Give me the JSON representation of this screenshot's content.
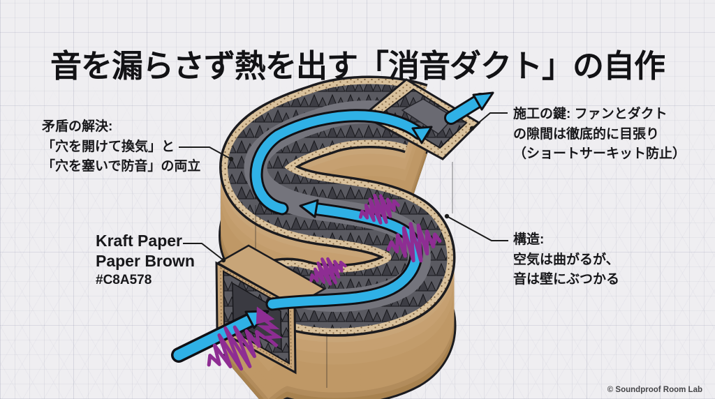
{
  "title": "音を漏らさず熱を出す「消音ダクト」の自作",
  "annotations": {
    "contradiction": {
      "lines": [
        "矛盾の解決:",
        "「穴を開けて換気」と",
        "「穴を塞いで防音」の両立"
      ]
    },
    "construction": {
      "lines": [
        "施工の鍵: ファンとダクト",
        "の隙間は徹底的に目張り",
        "（ショートサーキット防止）"
      ]
    },
    "material": {
      "lines": [
        "Kraft Paper",
        "Paper Brown",
        "#C8A578"
      ]
    },
    "structure": {
      "lines": [
        "構造:",
        "空気は曲がるが、",
        "音は壁にぶつかる"
      ]
    }
  },
  "footer": {
    "credit": "© Soundproof Room Lab"
  },
  "colors": {
    "kraft_paper": "#C8A578",
    "airflow_blue": "#2FB1E6",
    "sound_purple": "#8E2D93",
    "foam_gray": "#4E4E55",
    "background": "#EFEEF1"
  }
}
